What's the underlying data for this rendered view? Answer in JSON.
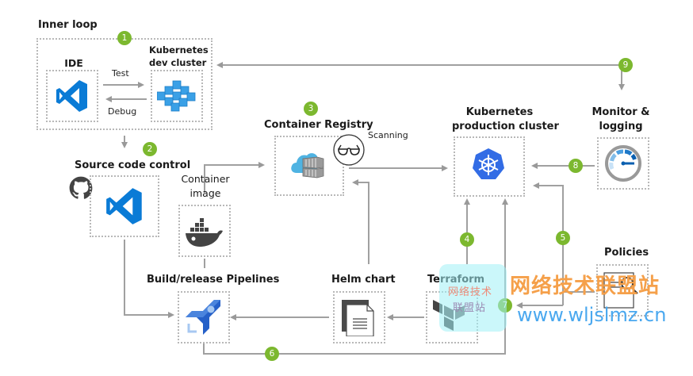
{
  "title": "Kubernetes DevOps workflow",
  "nodes": {
    "inner_loop": {
      "title": "Inner loop",
      "step": "1"
    },
    "ide": {
      "label": "IDE",
      "icon": "vscode-icon"
    },
    "dev_cluster": {
      "label_line1": "Kubernetes",
      "label_line2": "dev cluster",
      "icon": "kubernetes-cubes-icon"
    },
    "test_label": "Test",
    "debug_label": "Debug",
    "source_control": {
      "label": "Source code control",
      "step": "2",
      "icon": "vscode-icon",
      "side_icon": "github-icon"
    },
    "container_image": {
      "label_line1": "Container",
      "label_line2": "image",
      "icon": "docker-icon"
    },
    "container_registry": {
      "label": "Container Registry",
      "step": "3",
      "icon": "container-registry-icon"
    },
    "scanning": {
      "label": "Scanning",
      "icon": "glasses-icon"
    },
    "prod_cluster": {
      "label_line1": "Kubernetes",
      "label_line2": "production cluster",
      "icon": "kubernetes-helm-wheel-icon"
    },
    "monitor": {
      "label_line1": "Monitor &",
      "label_line2": "logging",
      "icon": "gauge-icon"
    },
    "pipelines": {
      "label": "Build/release Pipelines",
      "icon": "azure-pipelines-rocket-icon"
    },
    "helm_chart": {
      "label": "Helm chart",
      "icon": "document-icon"
    },
    "terraform": {
      "label": "Terraform",
      "icon": "terraform-icon"
    },
    "policies": {
      "label": "Policies",
      "icon": "policy-search-icon"
    }
  },
  "steps": {
    "s4": "4",
    "s5": "5",
    "s6": "6",
    "s7": "7",
    "s8": "8",
    "s9": "9"
  },
  "watermark": {
    "small_line1": "网络技术",
    "small_line2": "联盟站",
    "big_text": "网络技术联盟站",
    "url": "www.wljslmz.cn"
  },
  "colors": {
    "badge": "#7cb82f",
    "arrow": "#999999",
    "vscode_blue": "#0a7bd6",
    "k8s_blue": "#326ce5"
  }
}
